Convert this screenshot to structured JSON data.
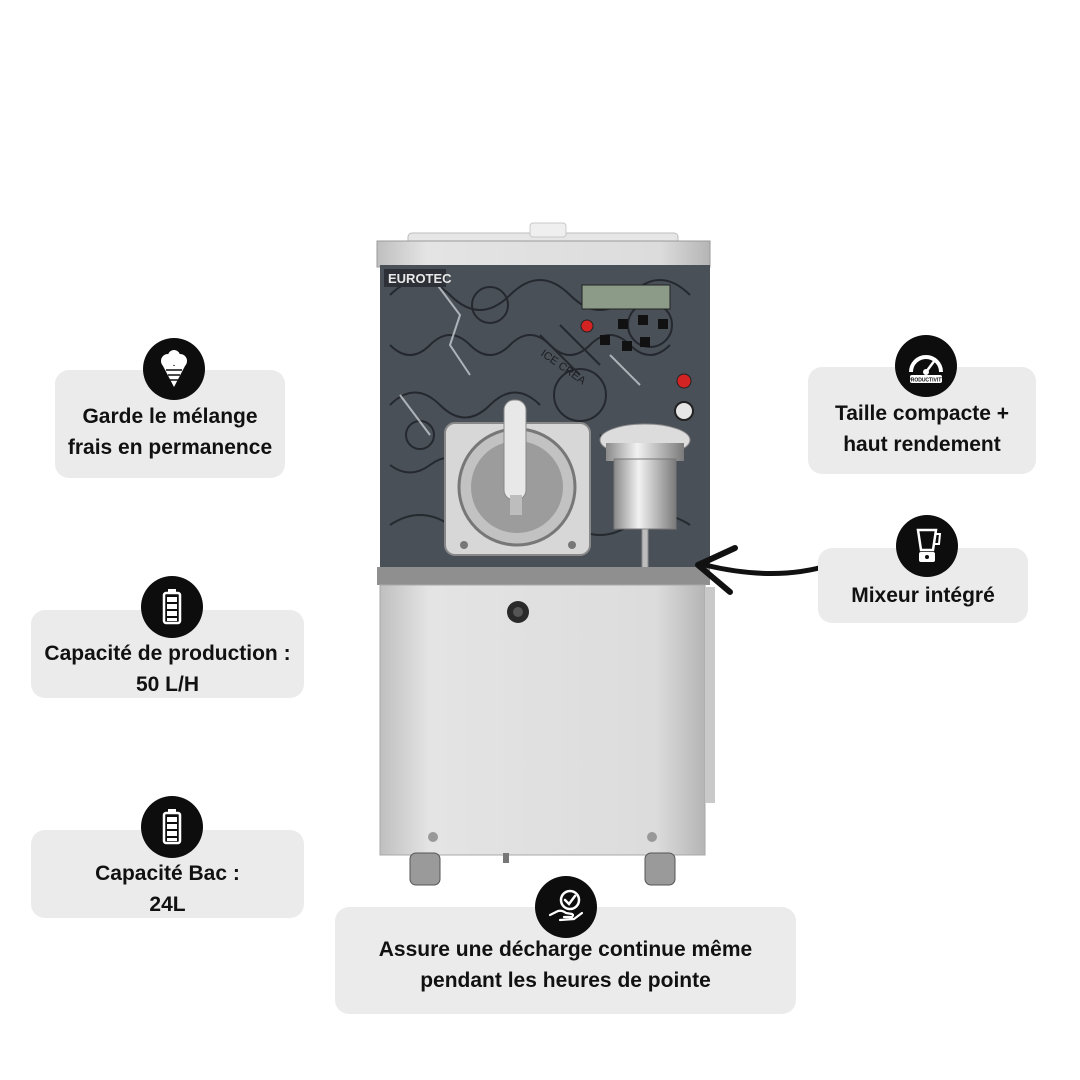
{
  "features": {
    "fresh_mix": {
      "lines": [
        "Garde le mélange",
        "frais en permanence"
      ],
      "icon": "ice-cream-cone-icon"
    },
    "production": {
      "lines": [
        "Capacité de production :",
        "50 L/H"
      ],
      "icon": "battery-icon"
    },
    "tank": {
      "lines": [
        "Capacité Bac :",
        "24L"
      ],
      "icon": "battery-icon"
    },
    "compact": {
      "lines": [
        "Taille compacte +",
        "haut rendement"
      ],
      "icon": "productivity-gauge-icon",
      "icon_label": "PRODUCTIVITY"
    },
    "mixer": {
      "lines": [
        "Mixeur intégré"
      ],
      "icon": "blender-icon"
    },
    "discharge": {
      "lines": [
        "Assure une décharge continue même",
        "pendant les heures de pointe"
      ],
      "icon": "hand-check-icon"
    }
  },
  "machine": {
    "brand": "EUROTEC",
    "panel_text": "ICE CREA"
  },
  "colors": {
    "card": "#ebebeb",
    "icon_bg": "#0d0d0d",
    "panel": "#4a5058",
    "steel": "#d9d9d9"
  }
}
